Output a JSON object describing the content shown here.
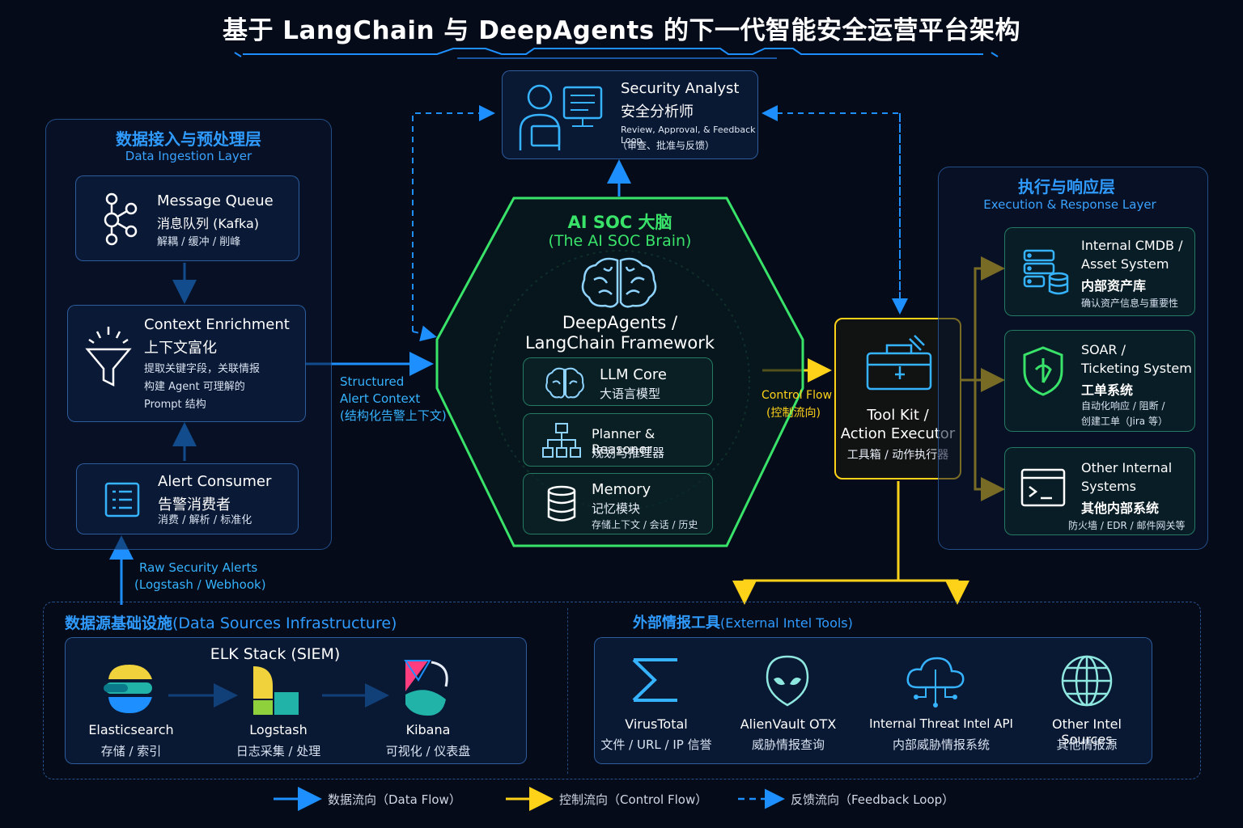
{
  "title": "基于 LangChain 与 DeepAgents 的下一代智能安全运营平台架构",
  "analyst": {
    "title_en": "Security Analyst",
    "title_cn": "安全分析师",
    "desc1": "Review, Approval, & Feedback Loop",
    "desc2": "（审查、批准与反馈）"
  },
  "ingestion": {
    "title": "数据接入与预处理层",
    "subtitle": "Data Ingestion Layer",
    "mq": {
      "title": "Message Queue",
      "cn": "消息队列 (Kafka)",
      "desc": "解耦 / 缓冲 / 削峰"
    },
    "enrich": {
      "title": "Context Enrichment",
      "cn": "上下文富化",
      "desc1": "提取关键字段，关联情报",
      "desc2": "构建 Agent 可理解的",
      "desc3": "Prompt 结构"
    },
    "consumer": {
      "title": "Alert Consumer",
      "cn": "告警消费者",
      "desc": "消费 / 解析 / 标准化"
    }
  },
  "structured": {
    "line1": "Structured",
    "line2": "Alert Context",
    "line3": "(结构化告警上下文)"
  },
  "raw": {
    "line1": "Raw Security Alerts",
    "line2": "(Logstash / Webhook)"
  },
  "brain": {
    "title_cn": "AI SOC 大脑",
    "title_en": "(The AI SOC Brain)",
    "framework1": "DeepAgents /",
    "framework2": "LangChain Framework",
    "llm": {
      "title": "LLM Core",
      "cn": "大语言模型"
    },
    "planner": {
      "title": "Planner & Reasoner",
      "cn": "规划与推理器"
    },
    "memory": {
      "title": "Memory",
      "cn": "记忆模块",
      "desc": "存储上下文 / 会话 / 历史"
    }
  },
  "control": {
    "line1": "Control Flow",
    "line2": "(控制流向)"
  },
  "toolkit": {
    "line1": "Tool Kit /",
    "line2": "Action Executor",
    "line3": "工具箱 / 动作执行器"
  },
  "execution": {
    "title": "执行与响应层",
    "subtitle": "Execution & Response Layer",
    "cmdb": {
      "l1": "Internal CMDB /",
      "l2": "Asset System",
      "cn": "内部资产库",
      "desc": "确认资产信息与重要性"
    },
    "soar": {
      "l1": "SOAR /",
      "l2": "Ticketing System",
      "cn": "工单系统",
      "desc1": "自动化响应 / 阻断 /",
      "desc2": "创建工单（Jira 等）"
    },
    "other": {
      "l1": "Other Internal",
      "l2": "Systems",
      "cn": "其他内部系统",
      "desc": "防火墙 / EDR / 邮件网关等"
    }
  },
  "datasources": {
    "title_cn": "数据源基础设施",
    "title_en": "(Data Sources Infrastructure)",
    "elk_title": "ELK Stack (SIEM)",
    "items": [
      {
        "name": "Elasticsearch",
        "desc": "存储 / 索引"
      },
      {
        "name": "Logstash",
        "desc": "日志采集 / 处理"
      },
      {
        "name": "Kibana",
        "desc": "可视化 / 仪表盘"
      }
    ]
  },
  "intel": {
    "title_cn": "外部情报工具",
    "title_en": "(External Intel Tools)",
    "items": [
      {
        "name": "VirusTotal",
        "desc": "文件 / URL / IP 信誉"
      },
      {
        "name": "AlienVault OTX",
        "desc": "威胁情报查询"
      },
      {
        "name": "Internal Threat Intel API",
        "desc": "内部威胁情报系统"
      },
      {
        "name": "Other Intel Sources",
        "desc": "其他情报源"
      }
    ]
  },
  "legend": {
    "data": "数据流向（Data Flow）",
    "control": "控制流向（Control Flow）",
    "feedback": "反馈流向（Feedback Loop）"
  },
  "colors": {
    "data_flow": "#1e8fff",
    "control_flow": "#ffd21a",
    "feedback": "#1e8fff",
    "brain": "#39e36a"
  }
}
